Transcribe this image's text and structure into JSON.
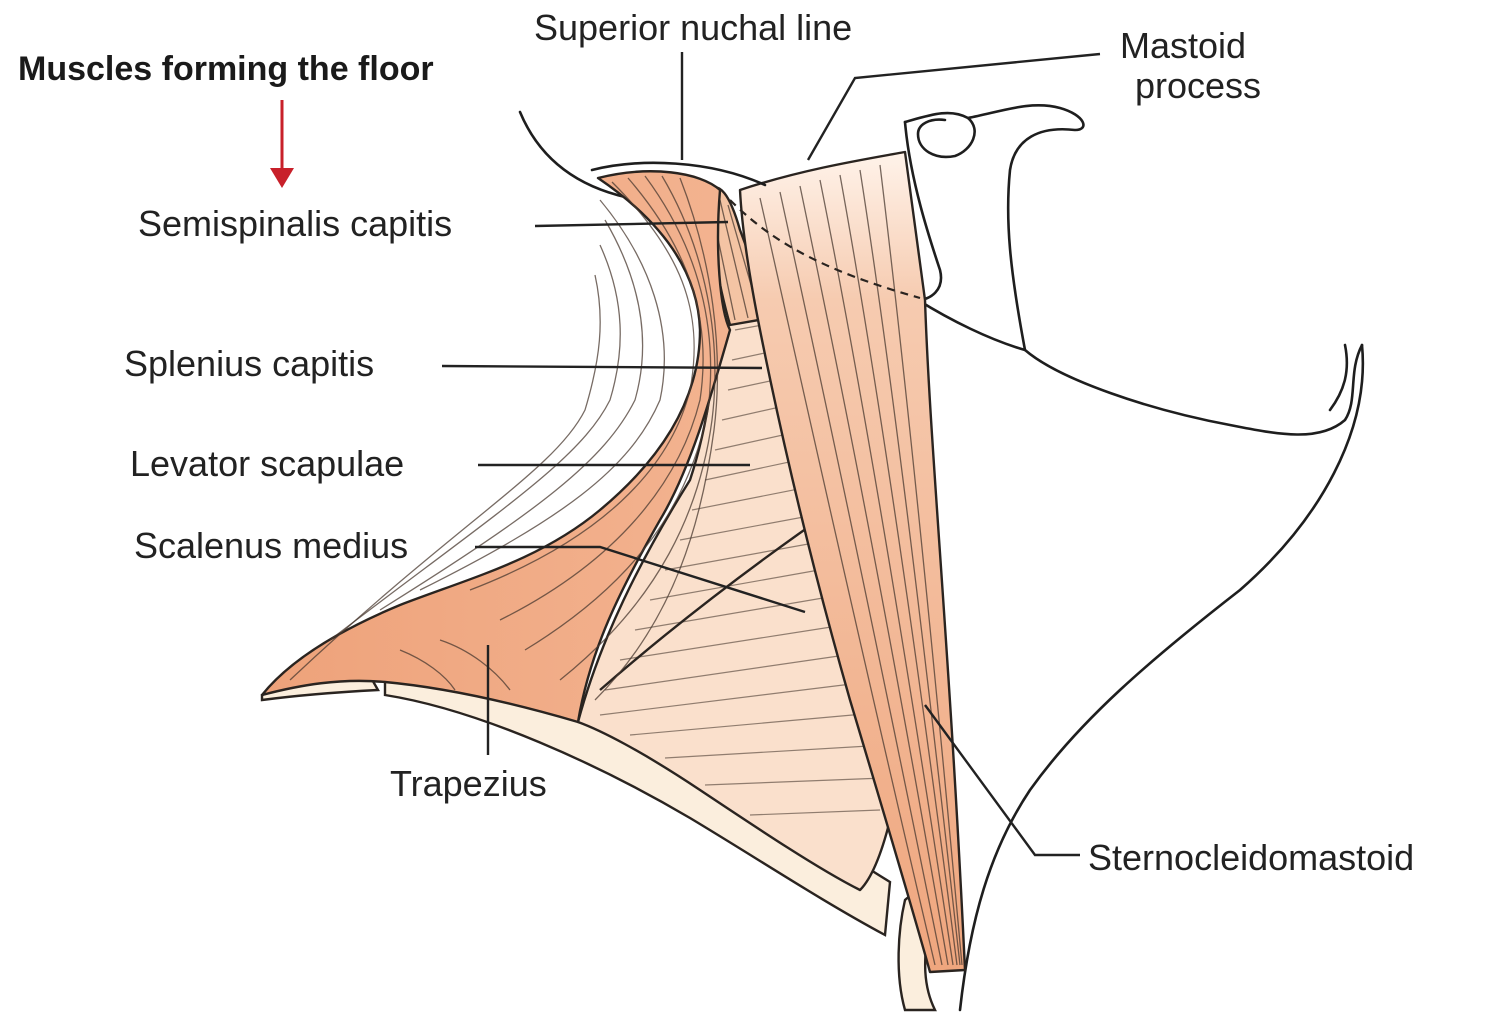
{
  "heading": "Muscles forming the floor",
  "labels": {
    "superior_nuchal_line": "Superior nuchal line",
    "mastoid_line1": "Mastoid",
    "mastoid_line2": "process",
    "semispinalis": "Semispinalis capitis",
    "splenius": "Splenius capitis",
    "levator": "Levator scapulae",
    "scalenus": "Scalenus medius",
    "trapezius": "Trapezius",
    "sternocleidomastoid": "Sternocleidomastoid"
  },
  "colors": {
    "muscle_dark": "#f0aa82",
    "muscle_mid": "#f4c4a4",
    "muscle_light": "#fae0cc",
    "bone": "#fbeedd",
    "arrow": "#c8202a"
  },
  "icons": {
    "floor_arrow": "down-arrow-icon"
  }
}
